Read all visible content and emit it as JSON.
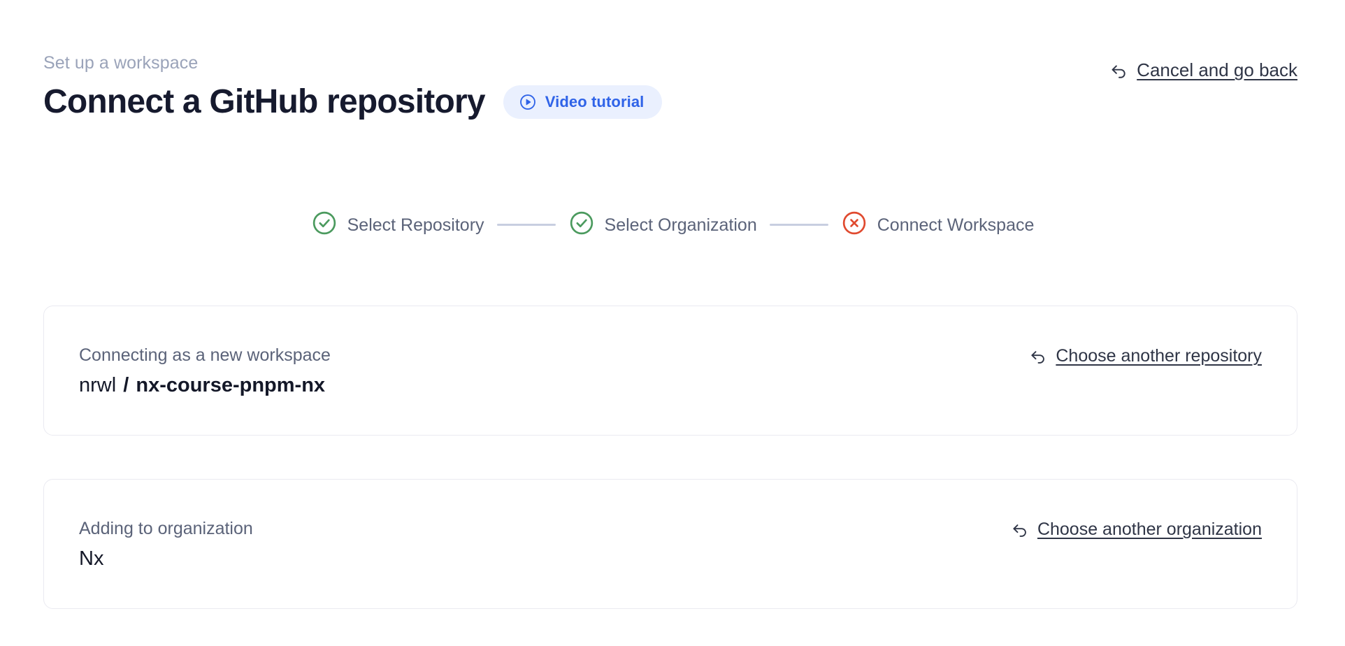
{
  "header": {
    "eyebrow": "Set up a workspace",
    "title": "Connect a GitHub repository",
    "video_tutorial_label": "Video tutorial",
    "video_tutorial_icon": "play-circle-icon",
    "cancel_label": "Cancel and go back",
    "cancel_icon": "arrow-uturn-left-icon"
  },
  "stepper": {
    "steps": [
      {
        "label": "Select Repository",
        "state": "complete",
        "icon": "check-circle-icon"
      },
      {
        "label": "Select Organization",
        "state": "complete",
        "icon": "check-circle-icon"
      },
      {
        "label": "Connect Workspace",
        "state": "error",
        "icon": "x-circle-icon"
      }
    ]
  },
  "cards": [
    {
      "caption": "Connecting as a new workspace",
      "owner": "nrwl",
      "separator": "/",
      "repo": "nx-course-pnpm-nx",
      "action_label": "Choose another repository",
      "action_icon": "arrow-uturn-left-icon"
    },
    {
      "caption": "Adding to organization",
      "value": "Nx",
      "action_label": "Choose another organization",
      "action_icon": "arrow-uturn-left-icon"
    }
  ],
  "colors": {
    "background": "#ffffff",
    "title": "#161a2e",
    "eyebrow": "#9aa3b9",
    "muted_text": "#5b6379",
    "accent_blue": "#2f63e8",
    "pill_bg": "#eaf0fe",
    "success_green": "#4b9a5e",
    "error_red": "#e04a2f",
    "connector": "#c8cee0",
    "card_border": "#eaeaf1"
  }
}
